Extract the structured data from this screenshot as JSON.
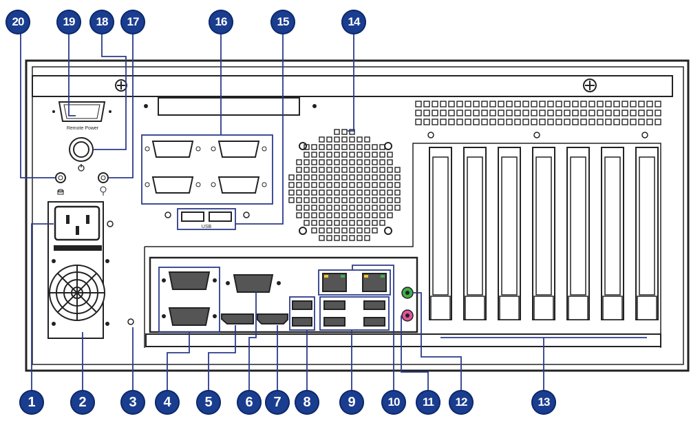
{
  "callouts": {
    "c1": "1",
    "c2": "2",
    "c3": "3",
    "c4": "4",
    "c5": "5",
    "c6": "6",
    "c7": "7",
    "c8": "8",
    "c9": "9",
    "c10": "10",
    "c11": "11",
    "c12": "12",
    "c13": "13",
    "c14": "14",
    "c15": "15",
    "c16": "16",
    "c17": "17",
    "c18": "18",
    "c19": "19",
    "c20": "20"
  },
  "labels": {
    "remote_power": "Remote Power",
    "usb": "USB"
  },
  "colors": {
    "callout_fill": "#1a3d8f",
    "line": "#2b3a8a",
    "chassis": "#222222",
    "audio_green": "#3fae49",
    "audio_pink": "#e0559a",
    "lan_led": "#f2c22e"
  },
  "icons": [
    "power-icon",
    "hdd-led-icon",
    "power-led-icon",
    "fan-icon"
  ]
}
